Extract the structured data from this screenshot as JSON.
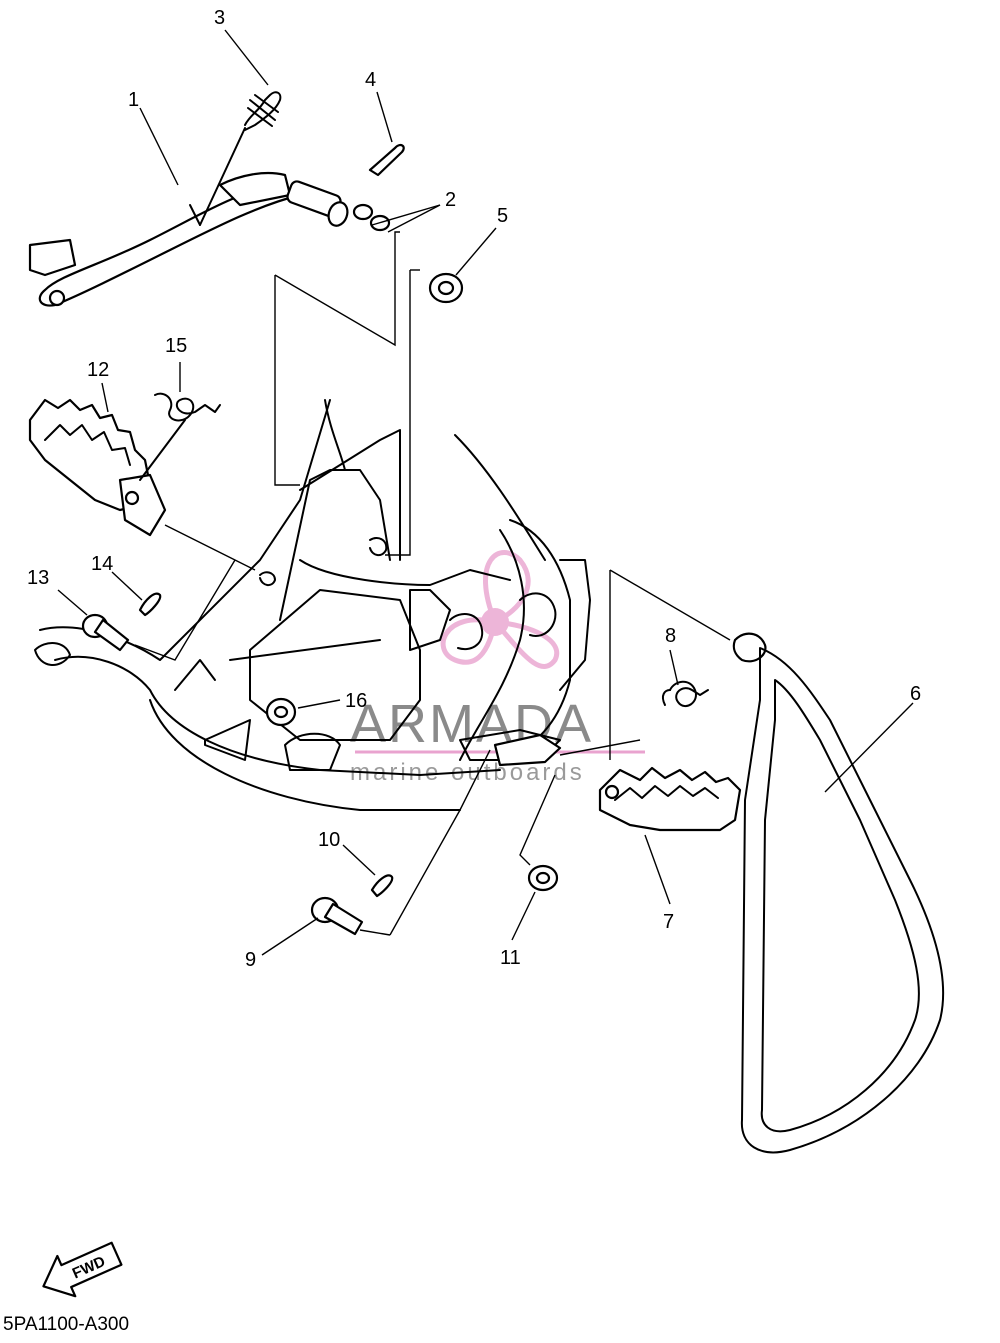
{
  "callouts": [
    {
      "id": "1",
      "label": "1"
    },
    {
      "id": "2",
      "label": "2"
    },
    {
      "id": "3",
      "label": "3"
    },
    {
      "id": "4",
      "label": "4"
    },
    {
      "id": "5",
      "label": "5"
    },
    {
      "id": "6",
      "label": "6"
    },
    {
      "id": "7",
      "label": "7"
    },
    {
      "id": "8",
      "label": "8"
    },
    {
      "id": "9",
      "label": "9"
    },
    {
      "id": "10",
      "label": "10"
    },
    {
      "id": "11",
      "label": "11"
    },
    {
      "id": "12",
      "label": "12"
    },
    {
      "id": "13",
      "label": "13"
    },
    {
      "id": "14",
      "label": "14"
    },
    {
      "id": "15",
      "label": "15"
    },
    {
      "id": "16",
      "label": "16"
    }
  ],
  "watermark": {
    "brand": "ARMADA",
    "tagline": "marine outboards",
    "color": "#e9a3cf"
  },
  "direction_label": "FWD",
  "diagram_code": "5PA1100-A300"
}
